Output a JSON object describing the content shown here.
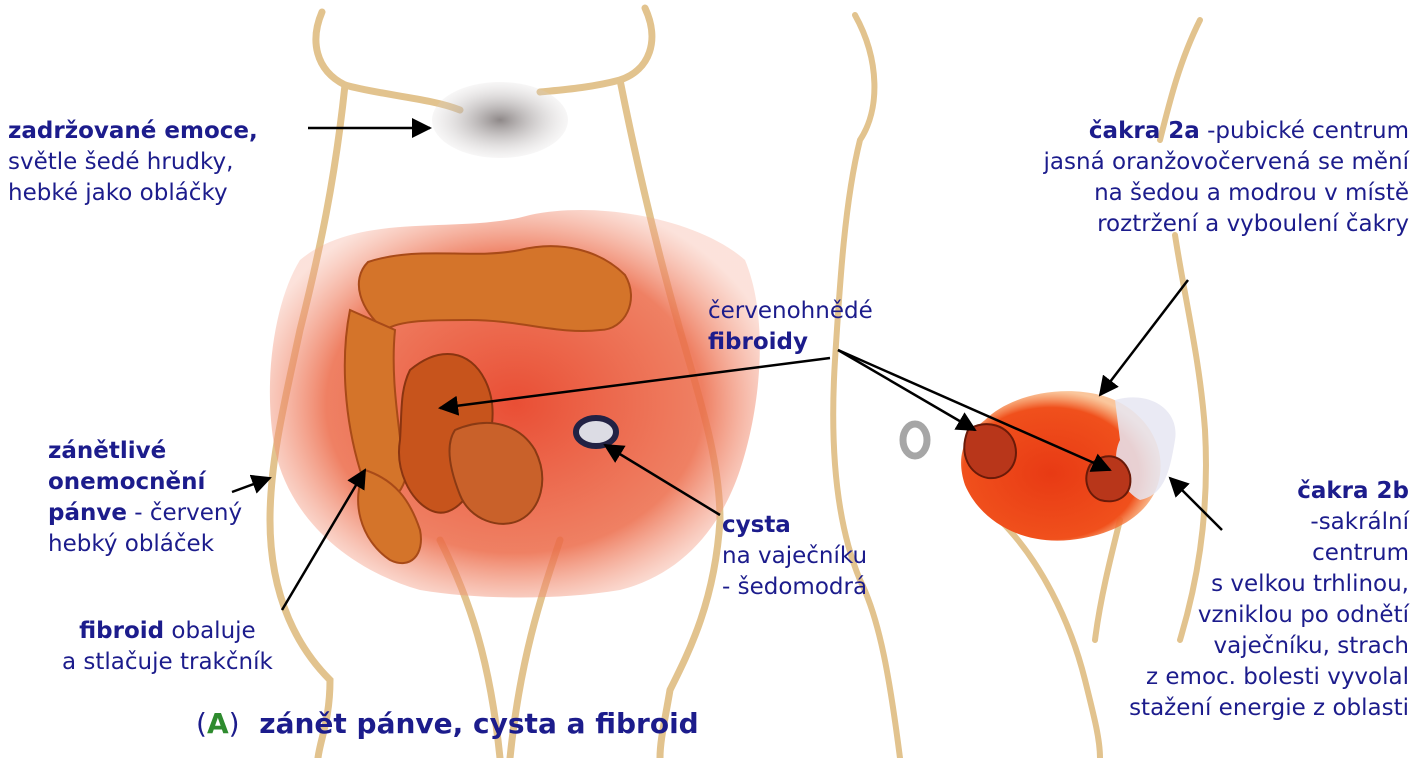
{
  "colors": {
    "label_text": "#1c1c8c",
    "caption_letter": "#2e8b2e",
    "aura_red": "#e8452a",
    "organ_orange": "#d4742a",
    "body_outline": "#e2c38e",
    "emotion_grey": "#a09a9a"
  },
  "labels": {
    "emotions": {
      "bold": "zadržované emoce,",
      "line2": "světle šedé hrudky,",
      "line3": "hebké jako obláčky"
    },
    "inflammation": {
      "bold1": "zánětlivé",
      "bold2": "onemocnění",
      "bold3": "pánve",
      "rest3": " - červený",
      "line4": "hebký obláček"
    },
    "fibroid_wrap": {
      "bold": "fibroid",
      "rest1": " obaluje",
      "line2": "a stlačuje trakčník"
    },
    "fibroids": {
      "line1": "červenohnědé",
      "bold": "fibroidy"
    },
    "cyst": {
      "bold": "cysta",
      "line2": "na vaječníku",
      "line3": "- šedomodrá"
    },
    "chakra_2a": {
      "bold": "čakra 2a",
      "rest1": " -pubické centrum",
      "line2": "jasná oranžovočervená se mění",
      "line3": "na šedou a modrou v místě",
      "line4": "roztržení a vyboulení čakry"
    },
    "chakra_2b": {
      "bold": "čakra 2b",
      "line2": "-sakrální",
      "line3": "centrum",
      "line4": "s velkou trhlinou,",
      "line5": "vzniklou po odnětí",
      "line6": "vaječníku, strach",
      "line7": "z emoc. bolesti vyvolal",
      "line8": "stažení energie z oblasti"
    }
  },
  "caption": {
    "open": "(",
    "letter": "A",
    "close": ")",
    "text": "zánět pánve, cysta a fibroid"
  }
}
